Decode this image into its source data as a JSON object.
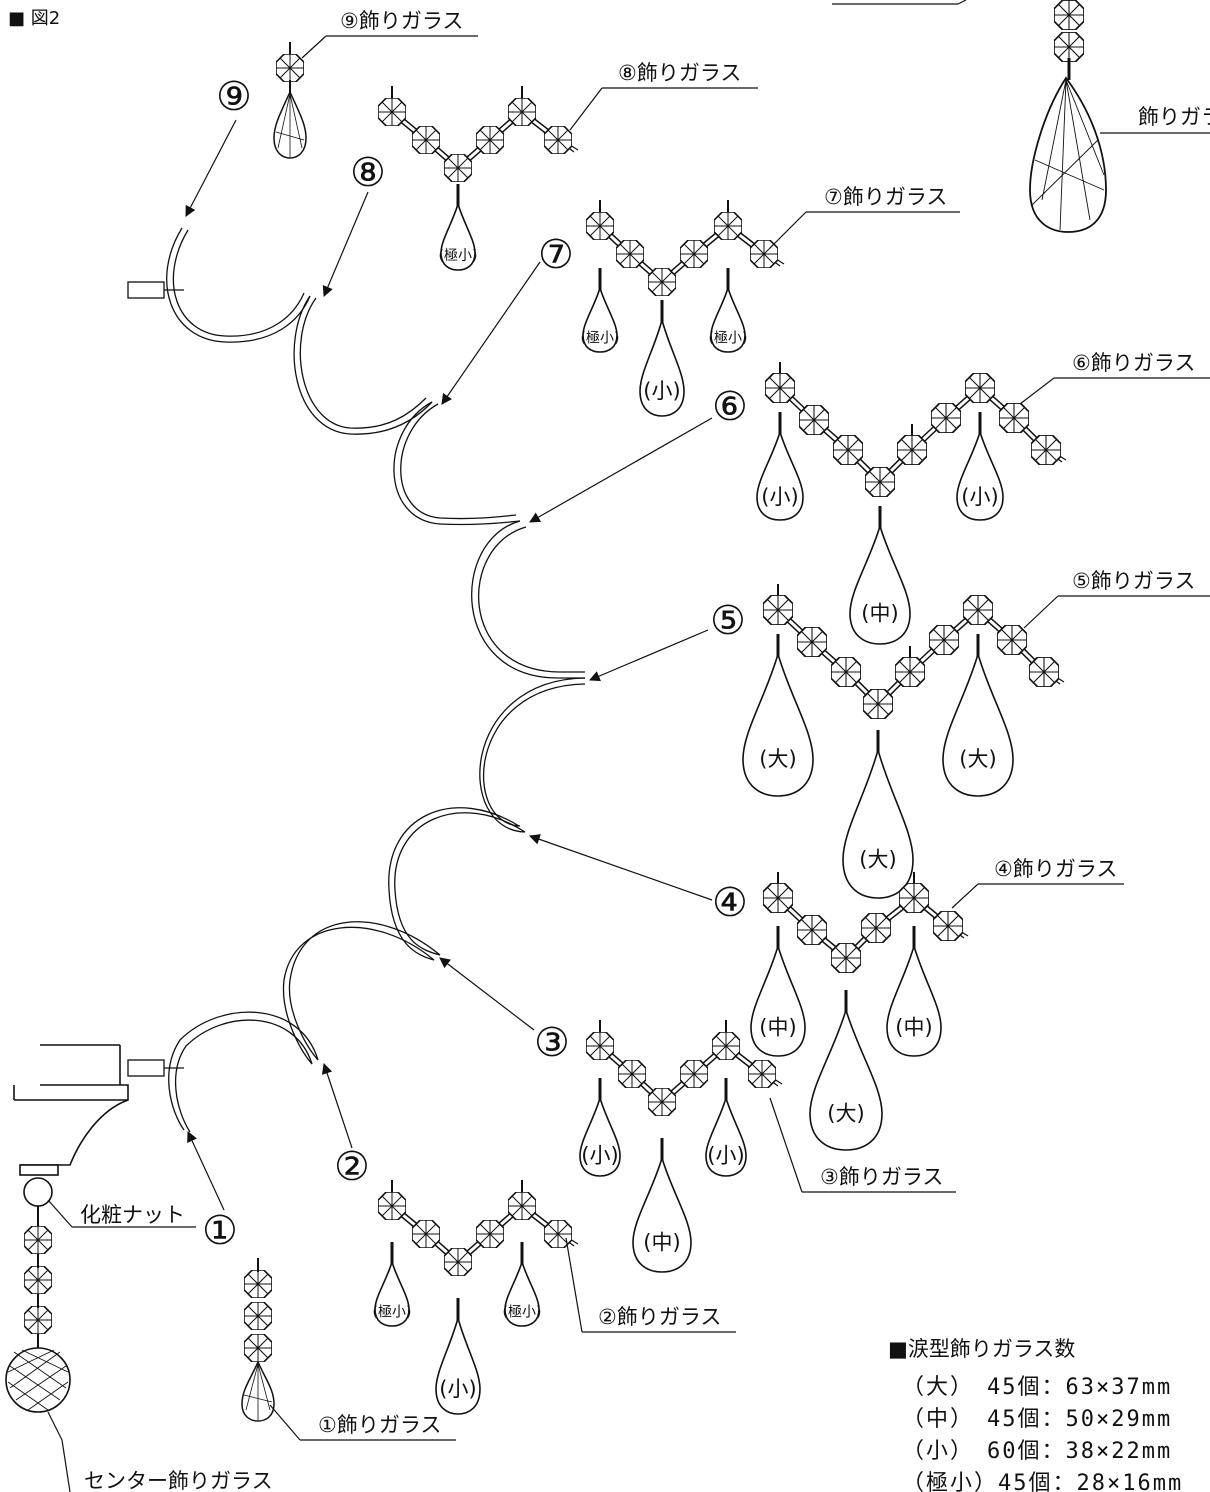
{
  "figure_label": "■ 図2",
  "numbers": {
    "n1": "①",
    "n2": "②",
    "n3": "③",
    "n4": "④",
    "n5": "⑤",
    "n6": "⑥",
    "n7": "⑦",
    "n8": "⑧",
    "n9": "⑨"
  },
  "labels": {
    "l1": "①飾りガラス",
    "l2": "②飾りガラス",
    "l3": "③飾りガラス",
    "l4": "④飾りガラス",
    "l5": "⑤飾りガラス",
    "l6": "⑥飾りガラス",
    "l7": "⑦飾りガラス",
    "l8": "⑧飾りガラス",
    "l9": "⑨飾りガラス",
    "nut": "化粧ナット",
    "center": "センター飾りガラス",
    "topright": "飾りガラ"
  },
  "sizes": {
    "large": "(大)",
    "medium": "(中)",
    "small": "(小)",
    "tiny": "(極小)"
  },
  "table": {
    "title": "■涙型飾りガラス数",
    "rows": [
      "（大）　45個：63×37mm",
      "（中）　45個：50×29mm",
      "（小）　60個：38×22mm",
      "（極小）45個：28×16mm"
    ]
  }
}
